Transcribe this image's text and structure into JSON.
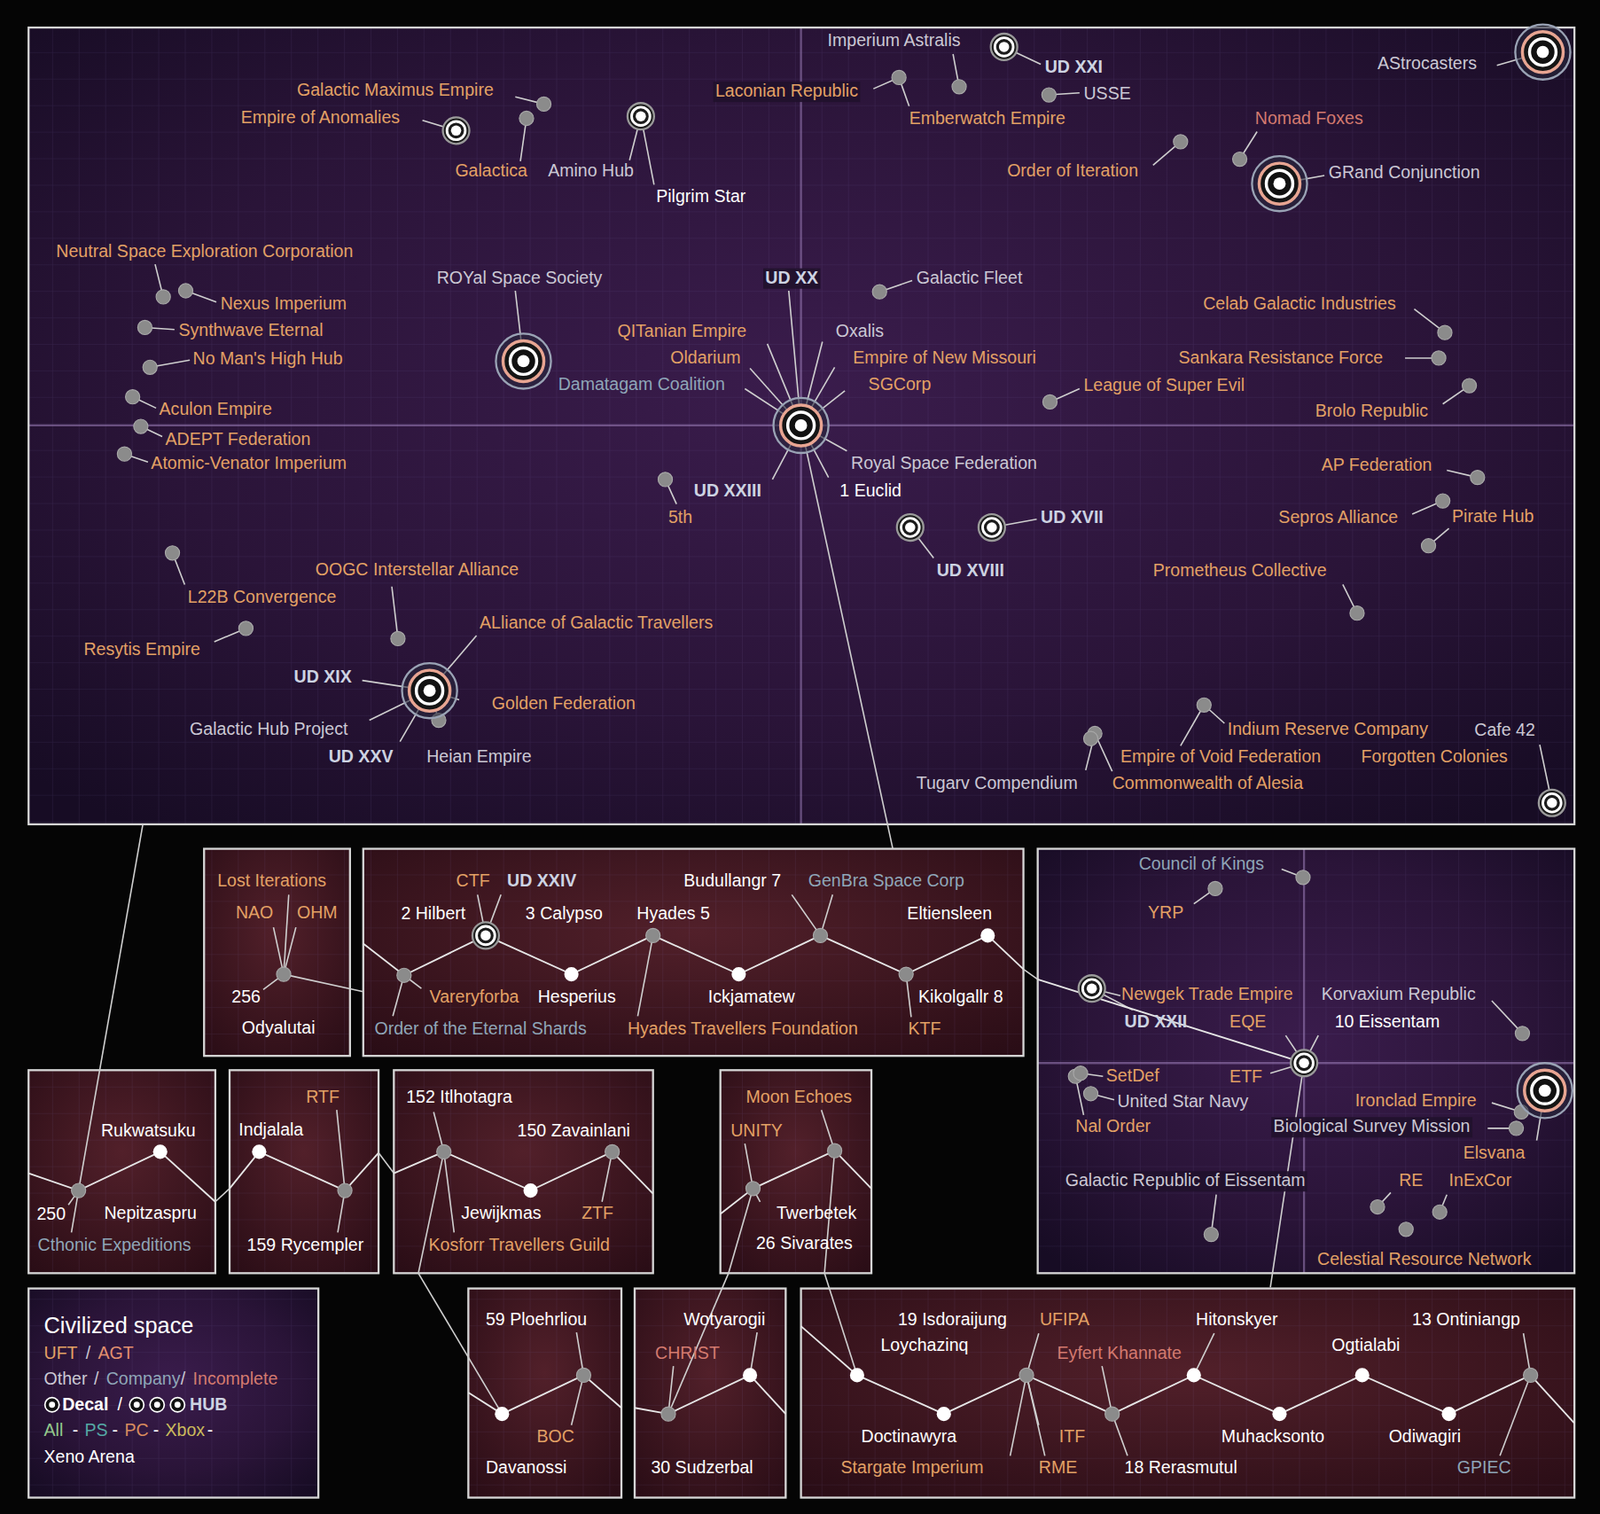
{
  "diagram": {
    "labels": [
      "Imperium Astralis",
      "UD XXI",
      "USSE",
      "AStrocasters",
      "Galactic Maximus Empire",
      "Empire of Anomalies",
      "Laconian Republic",
      "Emberwatch Empire",
      "Nomad Foxes",
      "Galactica",
      "Amino Hub",
      "Pilgrim Star",
      "Order of Iteration",
      "GRand Conjunction",
      "Neutral Space Exploration Corporation",
      "ROYal Space Society",
      "UD XX",
      "Galactic Fleet",
      "Nexus Imperium",
      "Celab Galactic Industries",
      "Synthwave Eternal",
      "QITanian Empire",
      "Oxalis",
      "No Man's High Hub",
      "Oldarium",
      "Empire of New Missouri",
      "Sankara Resistance Force",
      "Damatagam Coalition",
      "SGCorp",
      "League of Super Evil",
      "Aculon Empire",
      "Brolo Republic",
      "ADEPT Federation",
      "Atomic-Venator Imperium",
      "Royal Space Federation",
      "AP Federation",
      "UD XXIII",
      "1 Euclid",
      "5th",
      "UD XVII",
      "Sepros Alliance",
      "Pirate Hub",
      "UD XVIII",
      "OOGC Interstellar Alliance",
      "Prometheus Collective",
      "L22B Convergence",
      "ALliance of Galactic Travellers",
      "Resytis Empire",
      "UD XIX",
      "Golden Federation",
      "Galactic Hub Project",
      "Indium Reserve Company",
      "Cafe 42",
      "UD XXV",
      "Heian Empire",
      "Empire of Void Federation",
      "Forgotten Colonies",
      "Tugarv Compendium",
      "Commonwealth of Alesia",
      "Lost Iterations",
      "NAO",
      "OHM",
      "256",
      "Odyalutai",
      "CTF",
      "UD XXIV",
      "Budullangr 7",
      "GenBra Space Corp",
      "2 Hilbert",
      "3 Calypso",
      "Hyades 5",
      "Eltiensleen",
      "Vareryforba",
      "Hesperius",
      "Ickjamatew",
      "Kikolgallr 8",
      "Order of the Eternal Shards",
      "Hyades Travellers Foundation",
      "KTF",
      "Council of Kings",
      "YRP",
      "Newgek Trade Empire",
      "Korvaxium Republic",
      "UD XXII",
      "EQE",
      "10 Eissentam",
      "SetDef",
      "ETF",
      "United Star Navy",
      "Ironclad Empire",
      "Nal Order",
      "Biological Survey Mission",
      "Elsvana",
      "Galactic Republic of Eissentam",
      "RE",
      "InExCor",
      "Celestial Resource Network",
      "Rukwatsuku",
      "250",
      "Nepitzaspru",
      "Cthonic Expeditions",
      "RTF",
      "Indjalala",
      "159 Rycempler",
      "152 Itlhotagra",
      "150 Zavainlani",
      "Jewijkmas",
      "ZTF",
      "Kosforr Travellers Guild",
      "Moon Echoes",
      "UNITY",
      "Twerbetek",
      "26 Sivarates",
      "Civilized space",
      "UFT",
      "/",
      "AGT",
      "Other",
      "/",
      "Company",
      "/",
      "Incomplete",
      "Decal",
      "/",
      "HUB",
      "All",
      "-",
      "PS",
      "-",
      "PC",
      "-",
      "Xbox",
      "-",
      "Xeno Arena",
      "59 Ploehrliou",
      "BOC",
      "Davanossi",
      "Wotyarogii",
      "CHRIST",
      "30 Sudzerbal",
      "19 Isdoraijung",
      "UFIPA",
      "13 Ontiniangp",
      "Hitonskyer",
      "Loychazinq",
      "Eyfert Khannate",
      "Ogtialabi",
      "Doctinawyra",
      "ITF",
      "Muhacksonto",
      "Odiwagiri",
      "Stargate Imperium",
      "RME",
      "18 Rerasmutul",
      "GPIEC"
    ]
  }
}
